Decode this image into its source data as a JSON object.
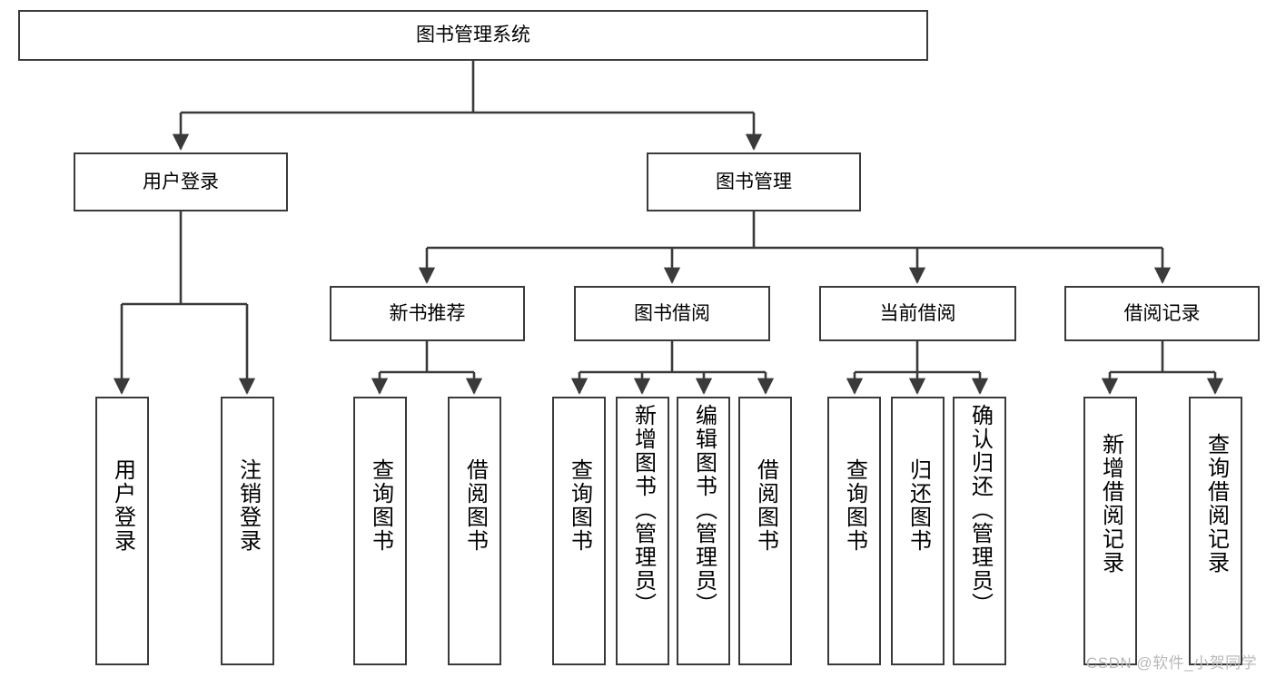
{
  "diagram": {
    "type": "hierarchy-tree",
    "title": "图书管理系统",
    "watermark": "CSDN @软件_小贺同学",
    "colors": {
      "box_border": "#3a3a3a",
      "box_fill": "#ffffff",
      "connector": "#3a3a3a",
      "text": "#000000",
      "watermark": "#b9b9b9",
      "background": "#ffffff"
    },
    "levels": {
      "root": {
        "label": "图书管理系统"
      },
      "level2": [
        {
          "label": "用户登录"
        },
        {
          "label": "图书管理"
        }
      ],
      "level3": [
        {
          "label": "新书推荐"
        },
        {
          "label": "图书借阅"
        },
        {
          "label": "当前借阅"
        },
        {
          "label": "借阅记录"
        }
      ],
      "leaves": {
        "user_login": [
          {
            "label": "用户登录"
          },
          {
            "label": "注销登录"
          }
        ],
        "new_book_recommend": [
          {
            "label": "查询图书"
          },
          {
            "label": "借阅图书"
          }
        ],
        "book_borrow": [
          {
            "label": "查询图书"
          },
          {
            "label": "新增图书（管理员）"
          },
          {
            "label": "编辑图书（管理员）"
          },
          {
            "label": "借阅图书"
          }
        ],
        "current_borrow": [
          {
            "label": "查询图书"
          },
          {
            "label": "归还图书"
          },
          {
            "label": "确认归还（管理员）"
          }
        ],
        "borrow_record": [
          {
            "label": "新增借阅记录"
          },
          {
            "label": "查询借阅记录"
          }
        ]
      }
    }
  }
}
